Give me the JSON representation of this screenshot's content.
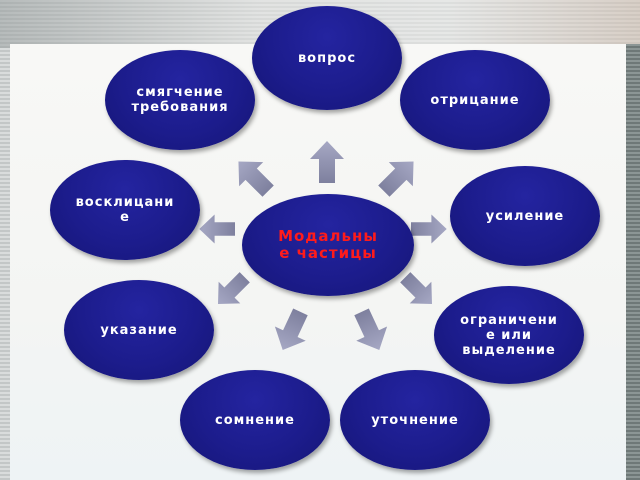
{
  "diagram": {
    "center": {
      "label": "Модальны\nе частицы",
      "text_color": "#ff1b1b"
    },
    "nodes": [
      {
        "id": "vopros",
        "label": "вопрос"
      },
      {
        "id": "otricanie",
        "label": "отрицание"
      },
      {
        "id": "usilenie",
        "label": "усиление"
      },
      {
        "id": "ogranichenie",
        "label": "ограничени\nе или\nвыделение"
      },
      {
        "id": "utochnenie",
        "label": "уточнение"
      },
      {
        "id": "somnenie",
        "label": "сомнение"
      },
      {
        "id": "ukazanie",
        "label": "указание"
      },
      {
        "id": "vosklicanie",
        "label": "восклицани\nе"
      },
      {
        "id": "smyagchenie",
        "label": "смягчение\nтребования"
      }
    ],
    "colors": {
      "node_fill": "#1c1c8c",
      "node_text": "#ffffff",
      "arrow_fill": "#8f91b0"
    }
  }
}
